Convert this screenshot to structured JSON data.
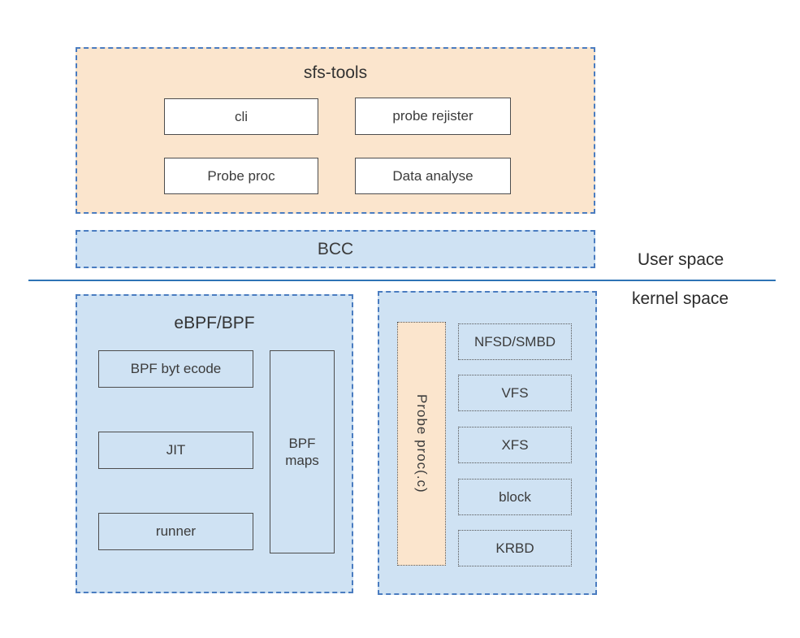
{
  "colors": {
    "panel_border": "#4a7cc0",
    "peach_fill": "#fbe5cd",
    "blue_fill": "#cfe2f3",
    "inner_border": "#4d4d4d",
    "divider_line": "#2e74b5",
    "text": "#3b3b3b"
  },
  "user_space": {
    "sfs_tools": {
      "title": "sfs-tools",
      "items": [
        "cli",
        "probe rejister",
        "Probe proc",
        "Data analyse"
      ]
    },
    "bcc": {
      "label": "BCC"
    }
  },
  "space_labels": {
    "user": "User space",
    "kernel": "kernel space"
  },
  "kernel_space": {
    "ebpf": {
      "title": "eBPF/BPF",
      "items": [
        "BPF byt ecode",
        "JIT",
        "runner"
      ],
      "maps_label": "BPF maps"
    },
    "probe_panel": {
      "probe_label": "Probe proc(.c)",
      "subsystems": [
        "NFSD/SMBD",
        "VFS",
        "XFS",
        "block",
        "KRBD"
      ]
    }
  }
}
